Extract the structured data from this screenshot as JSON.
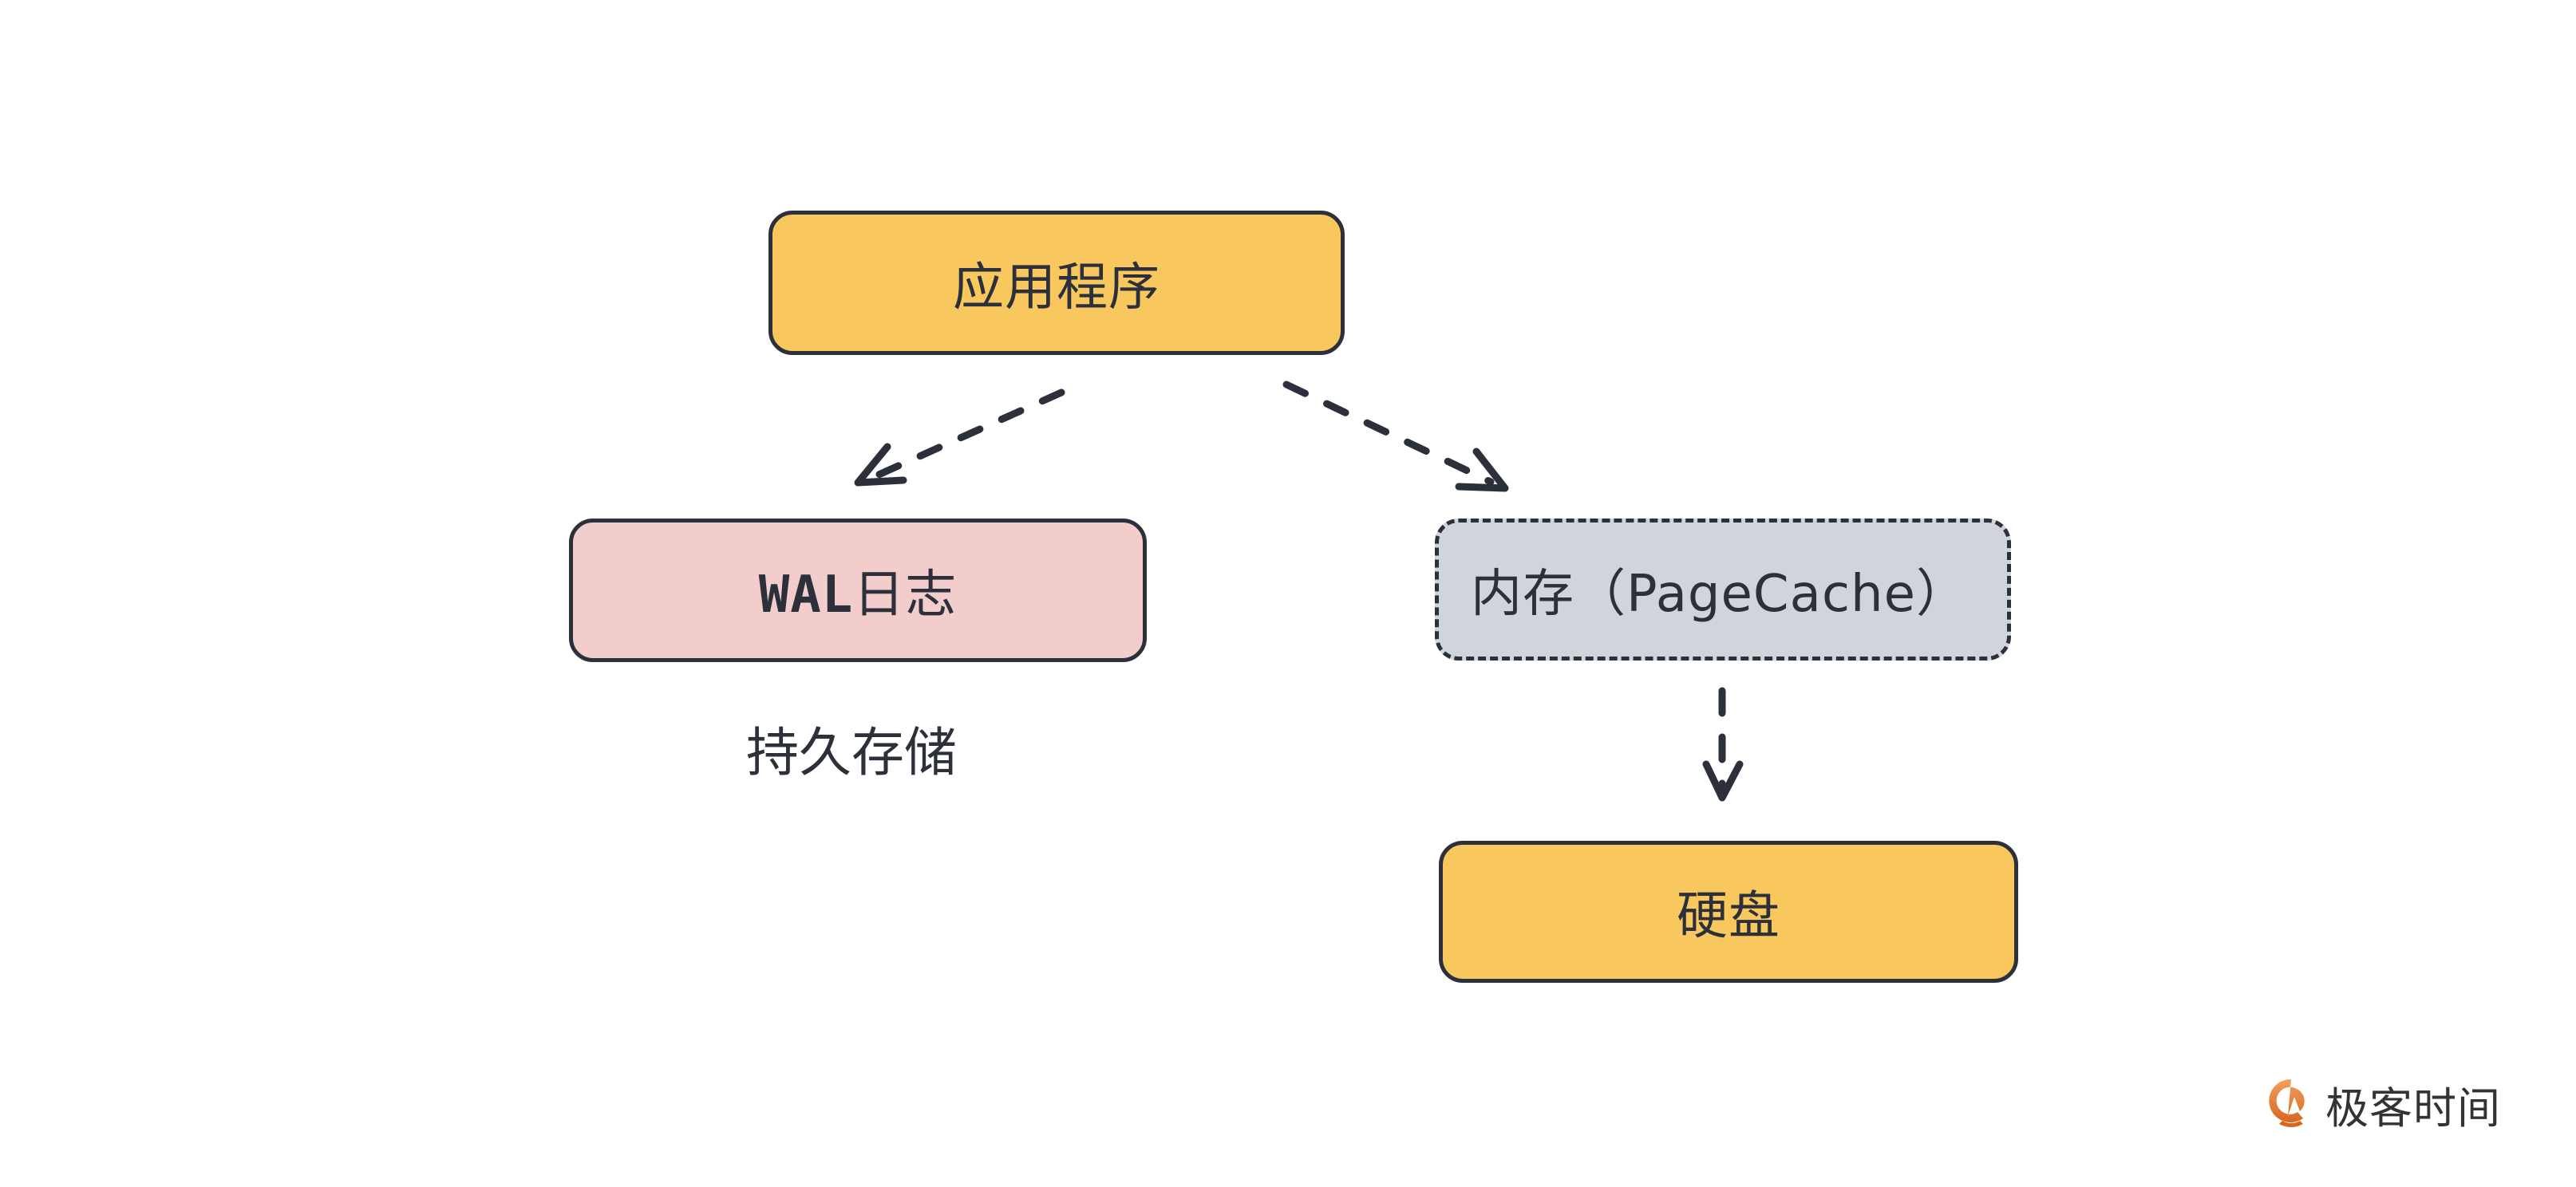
{
  "diagram": {
    "nodes": [
      {
        "id": "app",
        "label": "应用程序",
        "fill": "#F8C85F",
        "border": "solid"
      },
      {
        "id": "wal",
        "label_prefix": "WAL",
        "label_suffix": "日志",
        "fill": "#F3CDCB",
        "border": "solid"
      },
      {
        "id": "mem",
        "label": "内存（PageCache）",
        "fill": "#D0D4DB",
        "border": "dashed"
      },
      {
        "id": "disk",
        "label": "硬盘",
        "fill": "#F8C85F",
        "border": "solid"
      }
    ],
    "edges": [
      {
        "from": "app",
        "to": "wal",
        "style": "dashed"
      },
      {
        "from": "app",
        "to": "mem",
        "style": "dashed"
      },
      {
        "from": "mem",
        "to": "disk",
        "style": "dashed"
      }
    ],
    "annotations": [
      {
        "near": "wal",
        "text": "持久存储"
      }
    ],
    "stroke_color": "#2B303A"
  },
  "branding": {
    "logo_text": "极客时间",
    "logo_color": "#E07B2E"
  }
}
